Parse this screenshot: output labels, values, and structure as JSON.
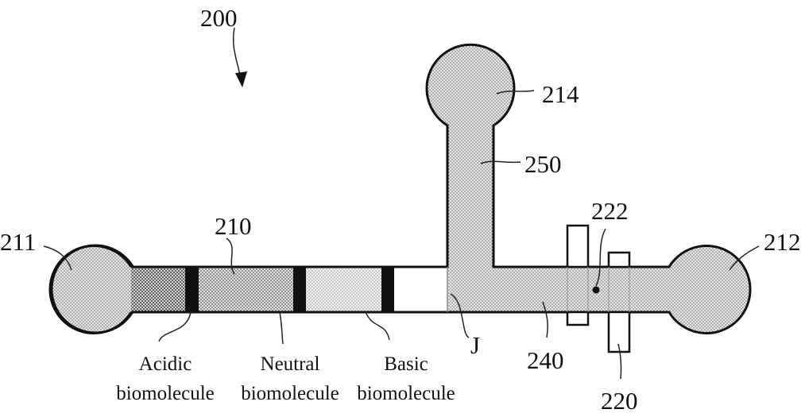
{
  "figure": {
    "ref_device": "200",
    "ref_channel": "210",
    "ref_left_reservoir": "211",
    "ref_right_reservoir": "212",
    "ref_top_reservoir": "214",
    "ref_side_channel": "250",
    "ref_electrodes": "220",
    "ref_detection_point": "222",
    "ref_detection_channel": "240",
    "ref_junction": "J",
    "bands": [
      {
        "line1": "Acidic",
        "line2": "biomolecule"
      },
      {
        "line1": "Neutral",
        "line2": "biomolecule"
      },
      {
        "line1": "Basic",
        "line2": "biomolecule"
      }
    ]
  },
  "colors": {
    "ink": "#111111",
    "fill_gray": "#bdbdbd",
    "band": "#111111"
  }
}
